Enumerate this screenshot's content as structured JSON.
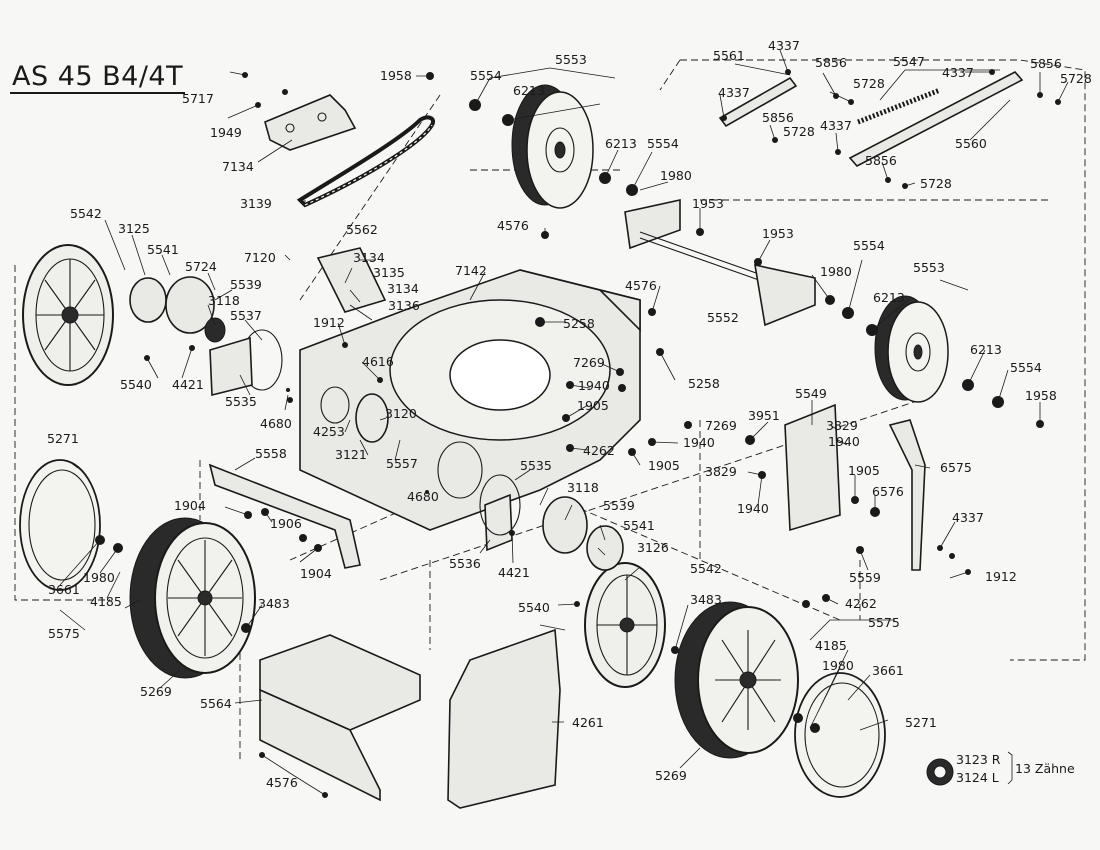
{
  "title": "AS 45 B4/4T",
  "labels": {
    "p5717": "5717",
    "p1949": "1949",
    "p7134": "7134",
    "p3139": "3139",
    "p1958a": "1958",
    "p5554a": "5554",
    "p5553a": "5553",
    "p6213a": "6213",
    "p6213b": "6213",
    "p5554b": "5554",
    "p1980a": "1980",
    "p5561": "5561",
    "p4337a": "4337",
    "p4337b": "4337",
    "p5856a": "5856",
    "p5728a": "5728",
    "p5856b": "5856",
    "p5728b": "5728",
    "p4337c": "4337",
    "p5547": "5547",
    "p4337d": "4337",
    "p5856c": "5856",
    "p5728c": "5728",
    "p5560": "5560",
    "p5856d": "5856",
    "p5728d": "5728",
    "p5542a": "5542",
    "p3125": "3125",
    "p5541a": "5541",
    "p5724": "5724",
    "p5539a": "5539",
    "p3118a": "3118",
    "p5537": "5537",
    "p5540a": "5540",
    "p4421a": "4421",
    "p5535a": "5535",
    "p7120": "7120",
    "p5562": "5562",
    "p3134a": "3134",
    "p3135": "3135",
    "p3134b": "3134",
    "p3136": "3136",
    "p1912a": "1912",
    "p4616": "4616",
    "p4680a": "4680",
    "p4253": "4253",
    "p3120": "3120",
    "p3121": "3121",
    "p5557": "5557",
    "p7142": "7142",
    "p4576a": "4576",
    "p1953a": "1953",
    "p4576b": "4576",
    "p5258a": "5258",
    "p5258b": "5258",
    "p7269a": "7269",
    "p1940a": "1940",
    "p1905a": "1905",
    "p4262a": "4262",
    "p7269b": "7269",
    "p1940b": "1940",
    "p1905b": "1905",
    "p5535b": "5535",
    "p3118b": "3118",
    "p5539b": "5539",
    "p4680b": "4680",
    "p1953b": "1953",
    "p5552": "5552",
    "p1980b": "1980",
    "p5554c": "5554",
    "p5553b": "5553",
    "p6213c": "6213",
    "p6213d": "6213",
    "p5554d": "5554",
    "p1958b": "1958",
    "p5549": "5549",
    "p3951": "3951",
    "p3829a": "3829",
    "p1940c": "1940",
    "p6575": "6575",
    "p3829b": "3829",
    "p1940d": "1940",
    "p1905c": "1905",
    "p6576": "6576",
    "p4337e": "4337",
    "p1912b": "1912",
    "p5559": "5559",
    "p4262b": "4262",
    "p5271a": "5271",
    "p5558": "5558",
    "p1904a": "1904",
    "p1906": "1906",
    "p1904b": "1904",
    "p3661a": "3661",
    "p1980c": "1980",
    "p4185a": "4185",
    "p5575a": "5575",
    "p3483a": "3483",
    "p5269a": "5269",
    "p5564": "5564",
    "p4576c": "4576",
    "p5536": "5536",
    "p4421b": "4421",
    "p5541b": "5541",
    "p3126": "3126",
    "p5542b": "5542",
    "p5540b": "5540",
    "p3483b": "3483",
    "p4261": "4261",
    "p5269b": "5269",
    "p5575b": "5575",
    "p4185b": "4185",
    "p1980d": "1980",
    "p3661b": "3661",
    "p5271b": "5271"
  },
  "gear_note": {
    "r": "3123 R",
    "l": "3124 L",
    "teeth": "13 Zähne"
  }
}
